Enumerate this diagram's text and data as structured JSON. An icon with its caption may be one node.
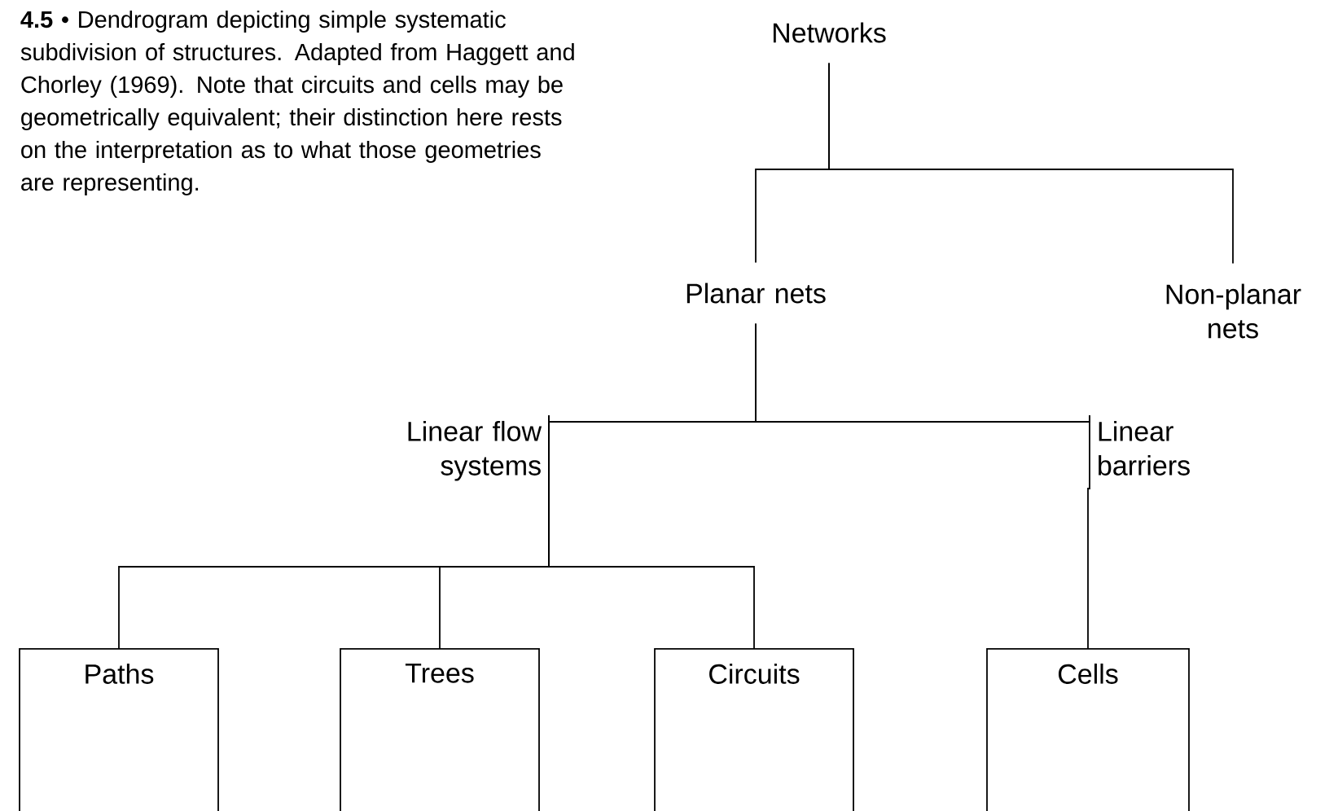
{
  "diagram": {
    "caption": "**4.5** • Dendrogram depicting simple systematic subdivision of structures. Adapted from Haggett and Chorley (1969). Note that circuits and cells may be geometrically equivalent; their distinction here rests on the interpretation as to what those geometries are representing.",
    "nodes": [
      {
        "text": [
          "Networks"
        ]
      },
      {
        "text": [
          "Planar nets"
        ]
      },
      {
        "text": [
          "Non-planar nets"
        ]
      },
      {
        "text": [
          "Linear flow systems"
        ]
      },
      {
        "text": [
          "Linear barriers"
        ]
      },
      {
        "text": [
          "Paths"
        ]
      },
      {
        "text": [
          "Trees"
        ]
      },
      {
        "text": [
          "Circuits"
        ]
      },
      {
        "text": [
          "Cells"
        ]
      }
    ],
    "edges": [
      {
        "from": 0,
        "to": 1,
        "arrow": "none"
      },
      {
        "from": 0,
        "to": 2,
        "arrow": "none"
      },
      {
        "from": 1,
        "to": 3,
        "arrow": "none"
      },
      {
        "from": 1,
        "to": 4,
        "arrow": "none"
      },
      {
        "from": 3,
        "to": 5,
        "arrow": "none"
      },
      {
        "from": 3,
        "to": 6,
        "arrow": "none"
      },
      {
        "from": 3,
        "to": 7,
        "arrow": "none"
      },
      {
        "from": 4,
        "to": 8,
        "arrow": "none"
      }
    ]
  }
}
